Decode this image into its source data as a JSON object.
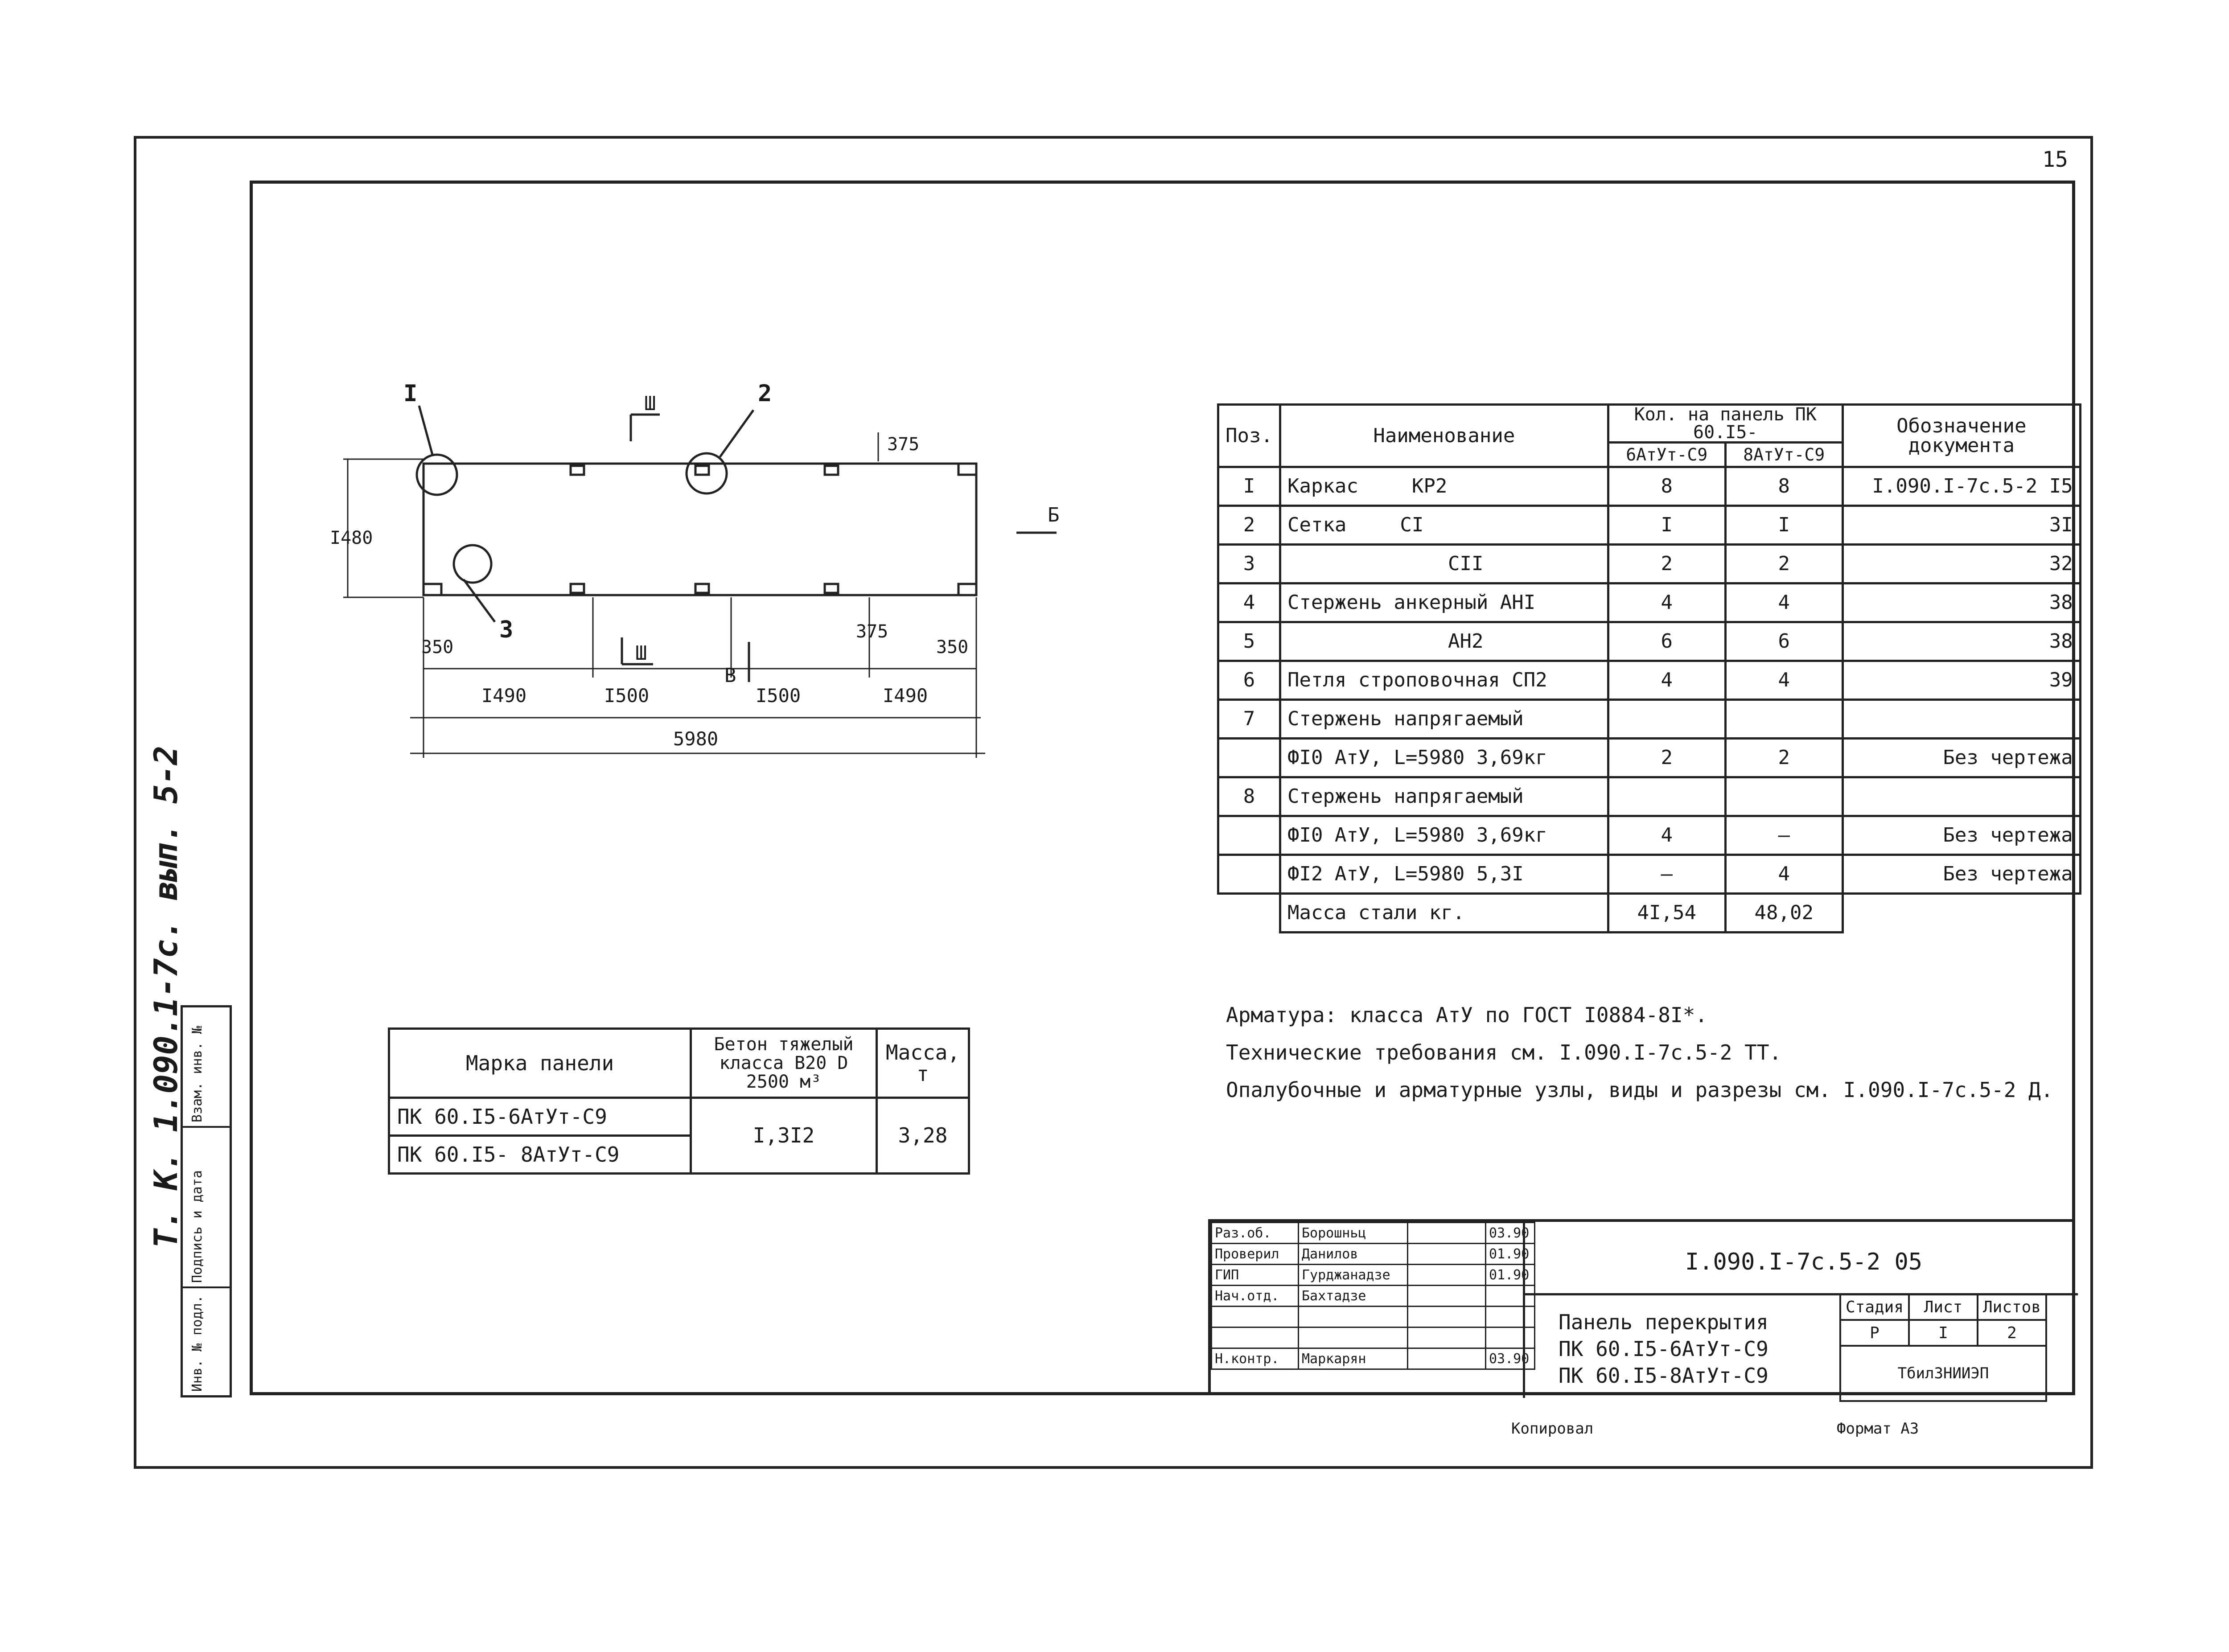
{
  "sheet_number": "15",
  "side_stamp": "Т. К. 1.090.1-7с. вып. 5-2",
  "side_strip": [
    "Взам. инв. №",
    "Подпись и дата",
    "Инв. № подл."
  ],
  "drawing": {
    "callouts": [
      "I",
      "2",
      "3"
    ],
    "section_marks": [
      "Ш",
      "Ш",
      "Б",
      "В"
    ],
    "dims_top": [
      "375"
    ],
    "dims_left": [
      "I480"
    ],
    "dims_bottom_small": [
      "350",
      "350",
      "375"
    ],
    "dims_bottom": [
      "I490",
      "I500",
      "I500",
      "I490"
    ],
    "dim_total": "5980"
  },
  "spec_table": {
    "headers": {
      "pos": "Поз.",
      "name": "Наименование",
      "qty": "Кол. на панель ПК 60.I5-",
      "qty_a": "6АтУт-С9",
      "qty_b": "8АтУт-С9",
      "doc": "Обозначение документа"
    },
    "rows": [
      {
        "pos": "I",
        "name": "Каркас",
        "mark": "КР2",
        "a": "8",
        "b": "8",
        "doc": "I.090.I-7с.5-2 I5"
      },
      {
        "pos": "2",
        "name": "Сетка",
        "mark": "СI",
        "a": "I",
        "b": "I",
        "doc": "3I"
      },
      {
        "pos": "3",
        "name": "",
        "mark": "СII",
        "a": "2",
        "b": "2",
        "doc": "32"
      },
      {
        "pos": "4",
        "name": "Стержень анкерный АНI",
        "mark": "",
        "a": "4",
        "b": "4",
        "doc": "38"
      },
      {
        "pos": "5",
        "name": "",
        "mark": "АН2",
        "a": "6",
        "b": "6",
        "doc": "38"
      },
      {
        "pos": "6",
        "name": "Петля строповочная СП2",
        "mark": "",
        "a": "4",
        "b": "4",
        "doc": "39"
      },
      {
        "pos": "7",
        "name": "Стержень напрягаемый",
        "mark": "",
        "a": "",
        "b": "",
        "doc": ""
      },
      {
        "pos": "",
        "name": "ФI0 АтУ, L=5980 3,69кг",
        "mark": "",
        "a": "2",
        "b": "2",
        "doc": "Без чертежа"
      },
      {
        "pos": "8",
        "name": "Стержень напрягаемый",
        "mark": "",
        "a": "",
        "b": "",
        "doc": ""
      },
      {
        "pos": "",
        "name": "ФI0 АтУ, L=5980 3,69кг",
        "mark": "",
        "a": "4",
        "b": "–",
        "doc": "Без чертежа"
      },
      {
        "pos": "",
        "name": "ФI2 АтУ, L=5980 5,3I",
        "mark": "",
        "a": "–",
        "b": "4",
        "doc": "Без чертежа"
      }
    ],
    "total": {
      "label": "Масса стали кг.",
      "a": "4I,54",
      "b": "48,02"
    }
  },
  "panel_table": {
    "h_mark": "Марка панели",
    "h_concrete": "Бетон тяжелый класса В20 D 2500 м³",
    "h_mass": "Масса, т",
    "rows": [
      "ПК 60.I5-6АтУт-С9",
      "ПК 60.I5- 8АтУт-С9"
    ],
    "concrete": "I,3I2",
    "mass": "3,28"
  },
  "notes": [
    "Арматура: класса АтУ по ГОСТ I0884-8I*.",
    "Технические требования см. I.090.I-7с.5-2 ТТ.",
    "Опалубочные и арматурные узлы, виды и разрезы см. I.090.I-7с.5-2 Д."
  ],
  "title_block": {
    "signatures": [
      {
        "role": "Раз.об.",
        "name": "Борошньц",
        "date": "03.90"
      },
      {
        "role": "Проверил",
        "name": "Данилов",
        "date": "01.90"
      },
      {
        "role": "ГИП",
        "name": "Гурджанадзе",
        "date": "01.90"
      },
      {
        "role": "Нач.отд.",
        "name": "Бахтадзе",
        "date": ""
      },
      {
        "role": "",
        "name": "",
        "date": ""
      },
      {
        "role": "",
        "name": "",
        "date": ""
      },
      {
        "role": "Н.контр.",
        "name": "Маркарян",
        "date": "03.90"
      }
    ],
    "code": "I.090.I-7с.5-2 05",
    "name_lines": [
      "Панель перекрытия",
      "ПК 60.I5-6АтУт-С9",
      "ПК 60.I5-8АтУт-С9"
    ],
    "stage_headers": [
      "Стадия",
      "Лист",
      "Листов"
    ],
    "stage_values": [
      "Р",
      "I",
      "2"
    ],
    "org": "ТбилЗНИИЭП"
  },
  "footer": {
    "left": "Копировал",
    "right": "Формат А3"
  }
}
